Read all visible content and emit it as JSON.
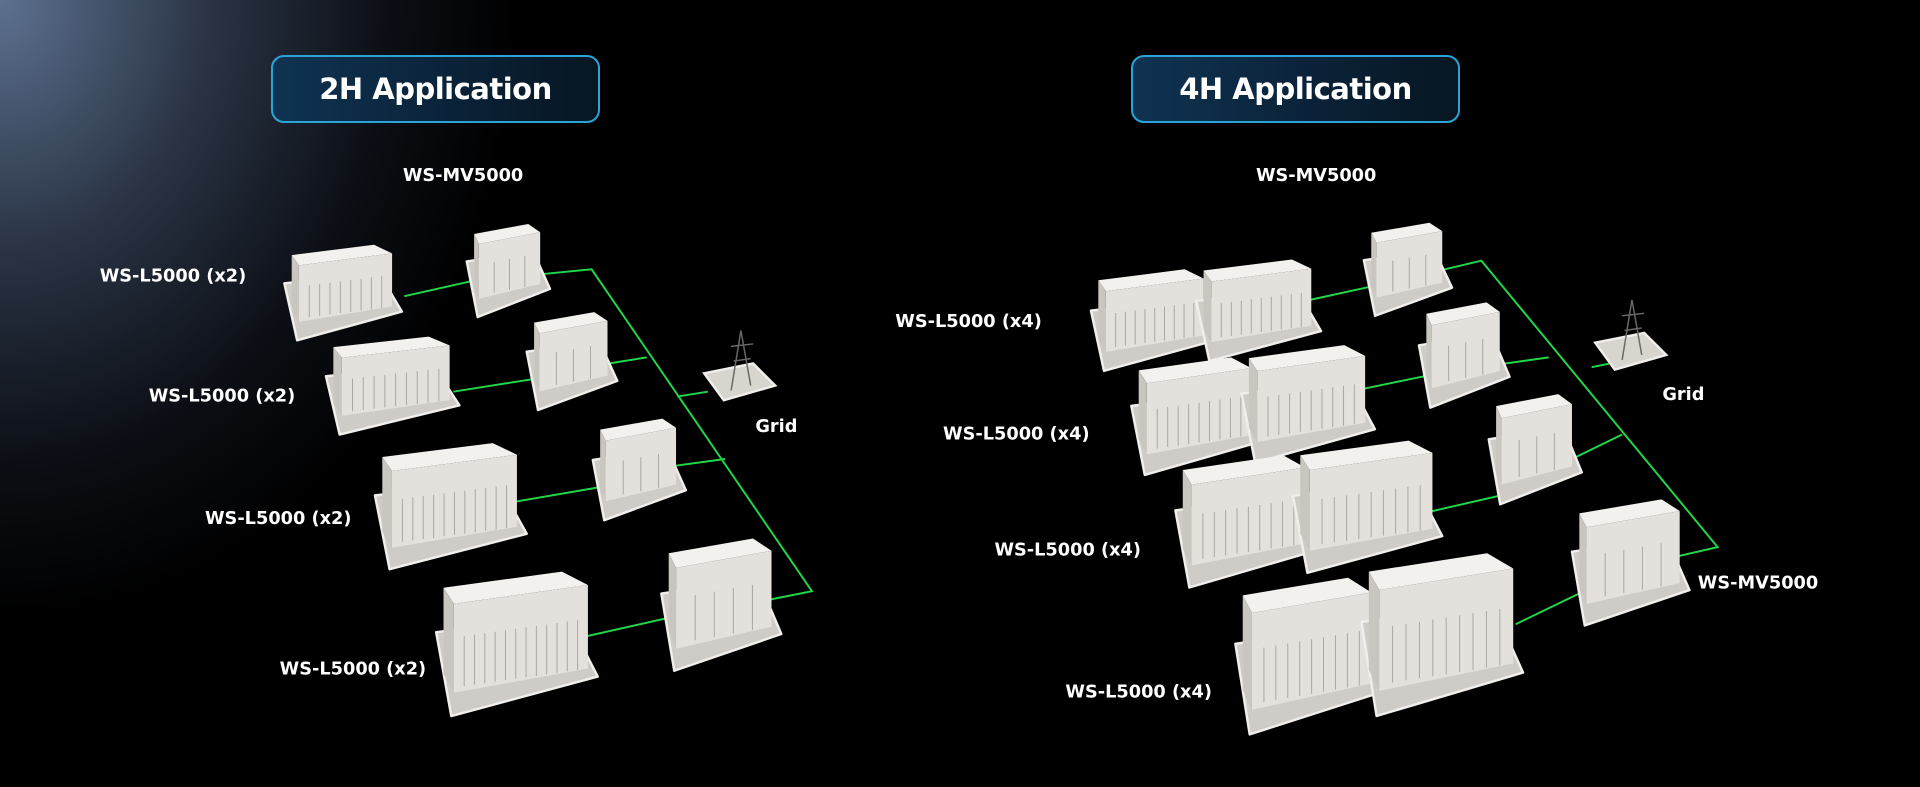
{
  "left_panel": {
    "title": "2H Application",
    "mv_label": "WS-MV5000",
    "battery_labels": [
      "WS-L5000 (x2)",
      "WS-L5000 (x2)",
      "WS-L5000 (x2)",
      "WS-L5000 (x2)"
    ],
    "grid_label": "Grid"
  },
  "right_panel": {
    "title": "4H Application",
    "mv_label": "WS-MV5000",
    "mv_label_bottom": "WS-MV5000",
    "battery_labels": [
      "WS-L5000 (x4)",
      "WS-L5000 (x4)",
      "WS-L5000 (x4)",
      "WS-L5000 (x4)"
    ],
    "grid_label": "Grid"
  },
  "colors": {
    "connection_line": "#22d64a",
    "button_border": "#2aa4d6",
    "unit": "#e4e1dc"
  }
}
